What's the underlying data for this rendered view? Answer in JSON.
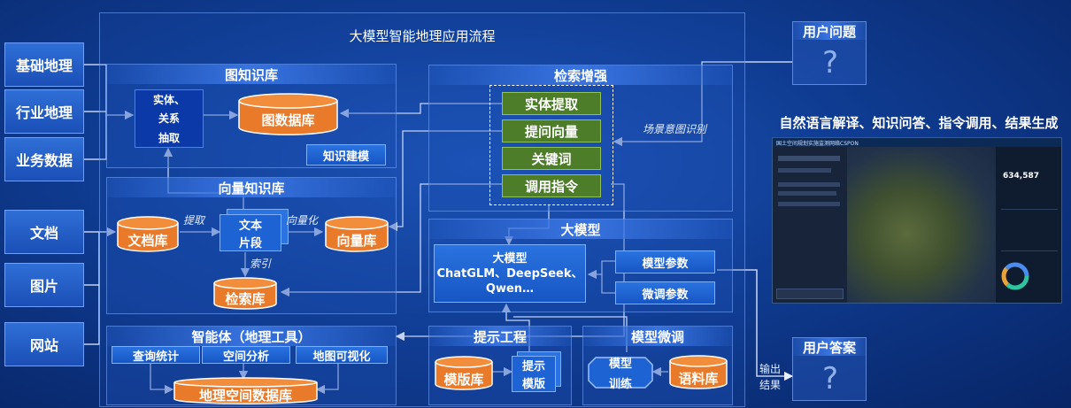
{
  "title": "大模型智能地理应用流程",
  "sources": [
    "基础地理",
    "行业地理",
    "业务数据",
    "文档",
    "图片",
    "网站"
  ],
  "graph_kb": {
    "title": "图知识库",
    "extract_lines": [
      "实体、",
      "关系",
      "抽取"
    ],
    "graph_db": "图数据库",
    "knowledge_model": "知识建模"
  },
  "vector_kb": {
    "title": "向量知识库",
    "doc_db": "文档库",
    "extract_label": "提取",
    "fragment_lines": [
      "文本",
      "片段"
    ],
    "vectorize_label": "向量化",
    "vector_db": "向量库",
    "index_label": "索引",
    "search_db": "检索库"
  },
  "retrieval": {
    "title": "检索增强",
    "items": [
      "实体提取",
      "提问向量",
      "关键词",
      "调用指令"
    ],
    "intent_label": "场景意图识别"
  },
  "llm": {
    "title": "大模型",
    "model_lines": [
      "大模型",
      "ChatGLM、DeepSeek、",
      "Qwen…"
    ],
    "params": "模型参数",
    "finetune_params": "微调参数"
  },
  "agent": {
    "title": "智能体（地理工具）",
    "tools": [
      "查询统计",
      "空间分析",
      "地图可视化"
    ],
    "geo_db": "地理空间数据库"
  },
  "prompt": {
    "title": "提示工程",
    "template_db": "模版库",
    "prompt_lines": [
      "提示",
      "模版"
    ]
  },
  "finetune": {
    "title": "模型微调",
    "train_lines": [
      "模型",
      "训练"
    ],
    "corpus_db": "语料库"
  },
  "user_question": "用户问题",
  "nl_caption": "自然语言解译、知识问答、指令调用、结果生成",
  "user_answer": "用户答案",
  "output_label": [
    "输出",
    "结果"
  ],
  "question_mark": "?",
  "screen": {
    "title": "国土空间规划实施监测网络CSPON",
    "value": "634,587"
  }
}
